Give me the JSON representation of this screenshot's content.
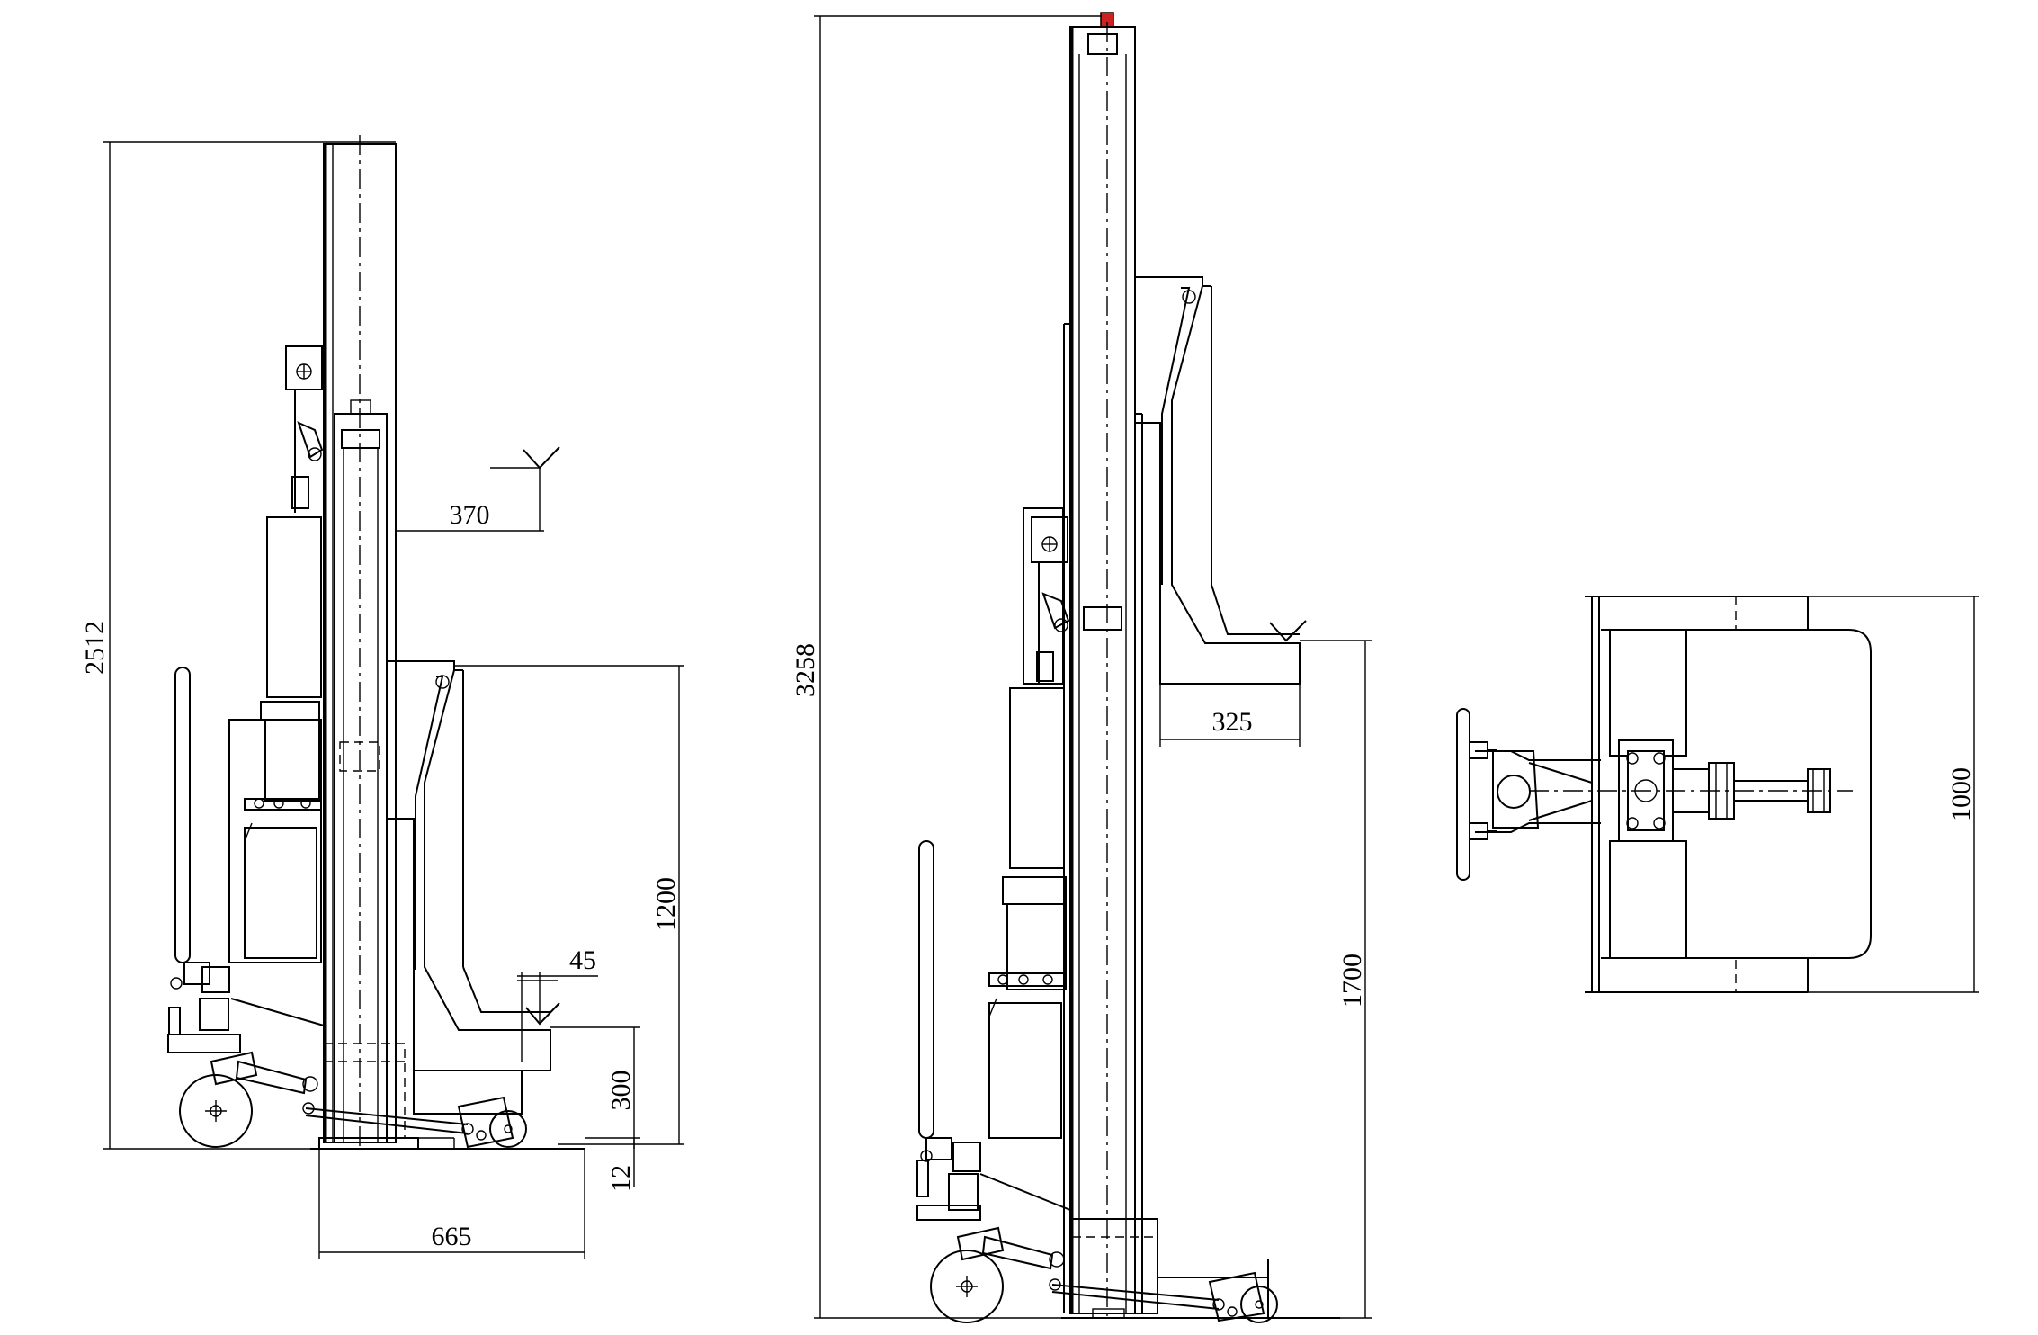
{
  "dimensions": {
    "side_lowered": {
      "overall_height": "2512",
      "arm_reach": "370",
      "arm_height": "1200",
      "pad_offset": "45",
      "pad_height": "300",
      "base_thickness": "12",
      "base_width": "665"
    },
    "side_raised": {
      "overall_height": "3258",
      "arm_reach": "325",
      "lift_height": "1700"
    },
    "top_view": {
      "width": "1000"
    }
  },
  "accent": {
    "line": "#000000",
    "indicator": "#cc2222"
  }
}
